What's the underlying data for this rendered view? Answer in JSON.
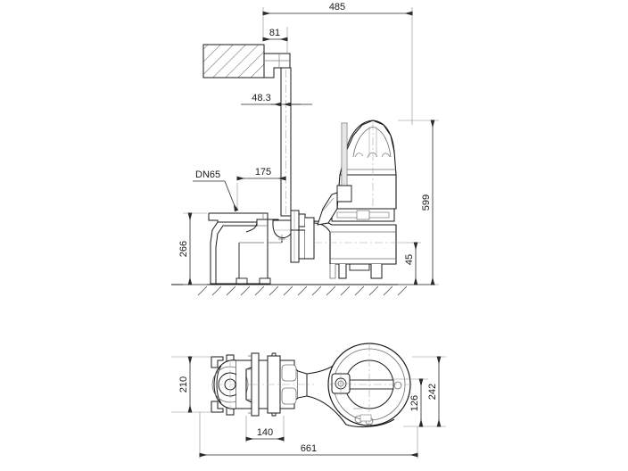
{
  "drawing": {
    "title": "Submersible pump dimensional drawing",
    "views": [
      {
        "id": "elevation",
        "name": "side-elevation-view"
      },
      {
        "id": "plan",
        "name": "plan-view"
      }
    ],
    "line_color": "#1a1a1a",
    "thin_line_color": "#6e6e6e",
    "dim_line_color": "#2a2a2a",
    "center_line_color": "#9a9a9a",
    "background": "#ffffff"
  },
  "elevation": {
    "dimensions": {
      "overall_width": "485",
      "bracket_offset": "81",
      "rail_diameter": "48.3",
      "flange_offset": "175",
      "flange_height": "266",
      "overall_height": "599",
      "base_height": "45"
    },
    "labels": {
      "discharge_port": "DN65"
    }
  },
  "plan": {
    "dimensions": {
      "flange_width": "210",
      "overall_depth": "242",
      "motor_offset": "126",
      "bolt_spacing": "140",
      "overall_length": "661"
    }
  }
}
